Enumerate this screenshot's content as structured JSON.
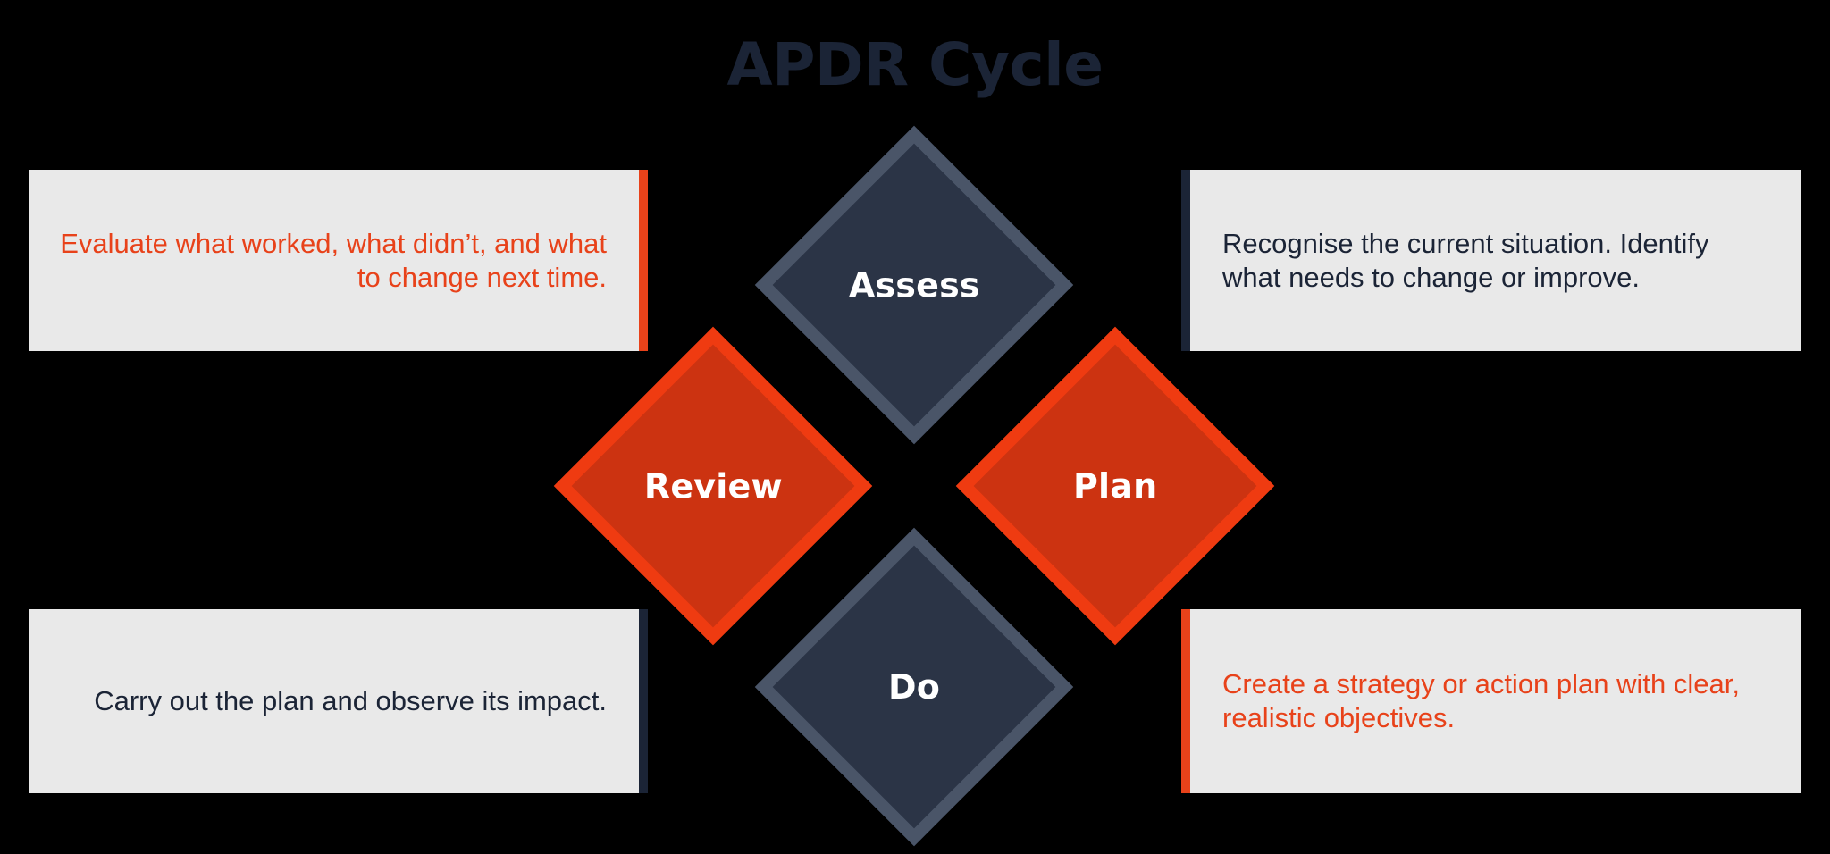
{
  "title": "APDR Cycle",
  "theme": {
    "background": "#000000",
    "title_color": "#1b2436",
    "box_background": "#e9e9e9",
    "orange": "#e8421a",
    "orange_diamond_fill": "#cc3311",
    "orange_diamond_border": "#ef3b11",
    "navy": "#1b2436",
    "navy_diamond_fill": "#2b3446",
    "navy_diamond_border": "#4a5568",
    "label_color": "#ffffff"
  },
  "diagram": {
    "type": "cycle",
    "nodes": [
      {
        "id": "assess",
        "label": "Assess",
        "position": "top",
        "color": "navy"
      },
      {
        "id": "plan",
        "label": "Plan",
        "position": "right",
        "color": "orange"
      },
      {
        "id": "do",
        "label": "Do",
        "position": "bottom",
        "color": "navy"
      },
      {
        "id": "review",
        "label": "Review",
        "position": "left",
        "color": "orange"
      }
    ]
  },
  "callouts": {
    "assess": {
      "node": "Assess",
      "text": "Recognise the current situation. Identify what needs to change or improve.",
      "align": "left",
      "accent_side": "left",
      "accent_color": "#1b2436",
      "text_color": "#1b2436"
    },
    "plan": {
      "node": "Plan",
      "text": "Create a strategy or action plan with clear, realistic objectives.",
      "align": "left",
      "accent_side": "left",
      "accent_color": "#e8421a",
      "text_color": "#e8421a"
    },
    "do": {
      "node": "Do",
      "text": "Carry out the plan and observe its impact.",
      "align": "right",
      "accent_side": "right",
      "accent_color": "#1b2436",
      "text_color": "#1b2436"
    },
    "review": {
      "node": "Review",
      "text": "Evaluate what worked, what didn’t, and what to change next time.",
      "align": "right",
      "accent_side": "right",
      "accent_color": "#e8421a",
      "text_color": "#e8421a"
    }
  }
}
